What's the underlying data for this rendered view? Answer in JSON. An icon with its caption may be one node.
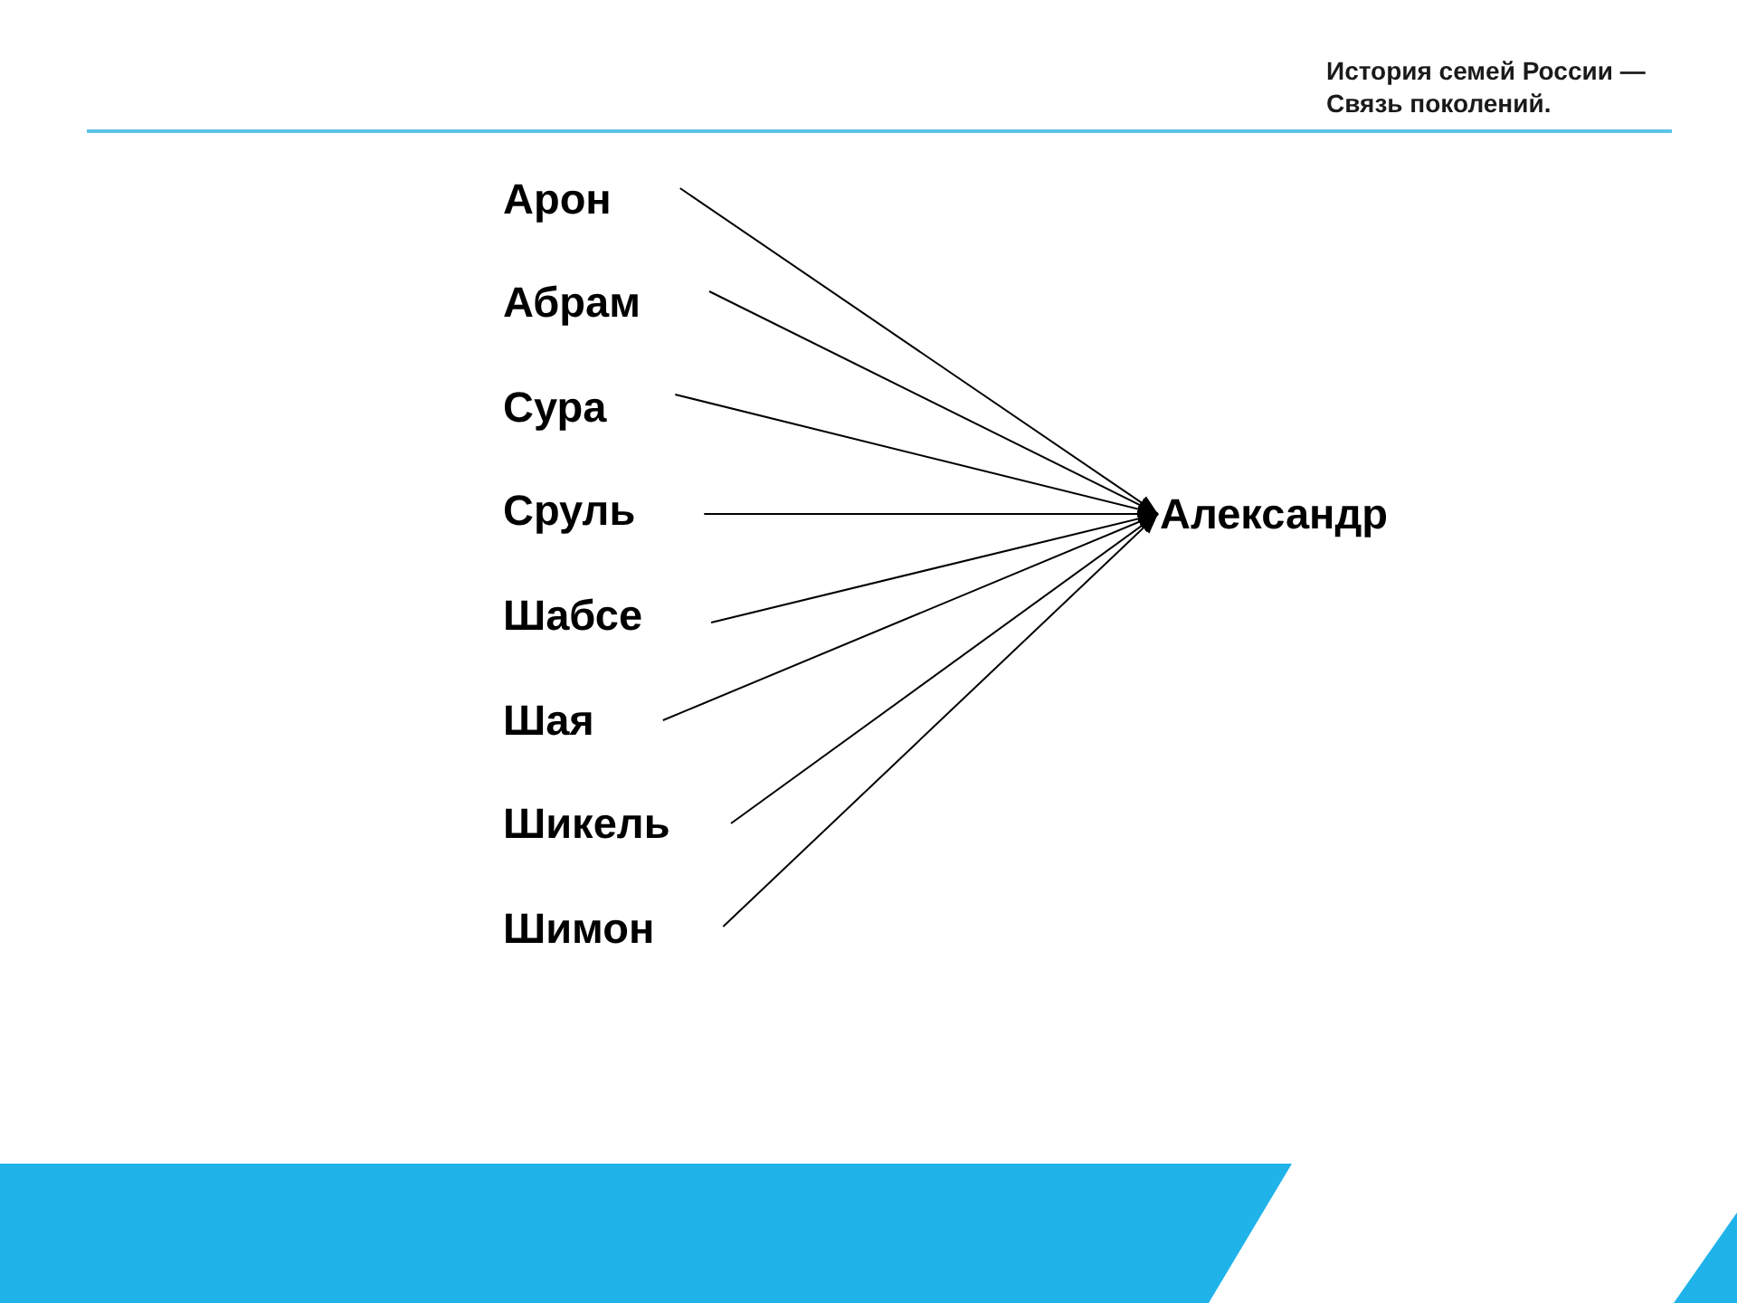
{
  "diagram": {
    "title": "История семей России — Связь поколений.",
    "nodes": [
      {
        "text": [
          "Арон"
        ]
      },
      {
        "text": [
          "Абрам"
        ]
      },
      {
        "text": [
          "Сура"
        ]
      },
      {
        "text": [
          "Сруль"
        ]
      },
      {
        "text": [
          "Шабсе"
        ]
      },
      {
        "text": [
          "Шая"
        ]
      },
      {
        "text": [
          "Шикель"
        ]
      },
      {
        "text": [
          "Шимон"
        ]
      },
      {
        "text": [
          "Александр"
        ]
      }
    ],
    "edges": [
      {
        "from": 0,
        "to": 8,
        "arrow": "to"
      },
      {
        "from": 1,
        "to": 8,
        "arrow": "to"
      },
      {
        "from": 2,
        "to": 8,
        "arrow": "to"
      },
      {
        "from": 3,
        "to": 8,
        "arrow": "to"
      },
      {
        "from": 4,
        "to": 8,
        "arrow": "to"
      },
      {
        "from": 5,
        "to": 8,
        "arrow": "to"
      },
      {
        "from": 6,
        "to": 8,
        "arrow": "to"
      },
      {
        "from": 7,
        "to": 8,
        "arrow": "to"
      }
    ]
  }
}
